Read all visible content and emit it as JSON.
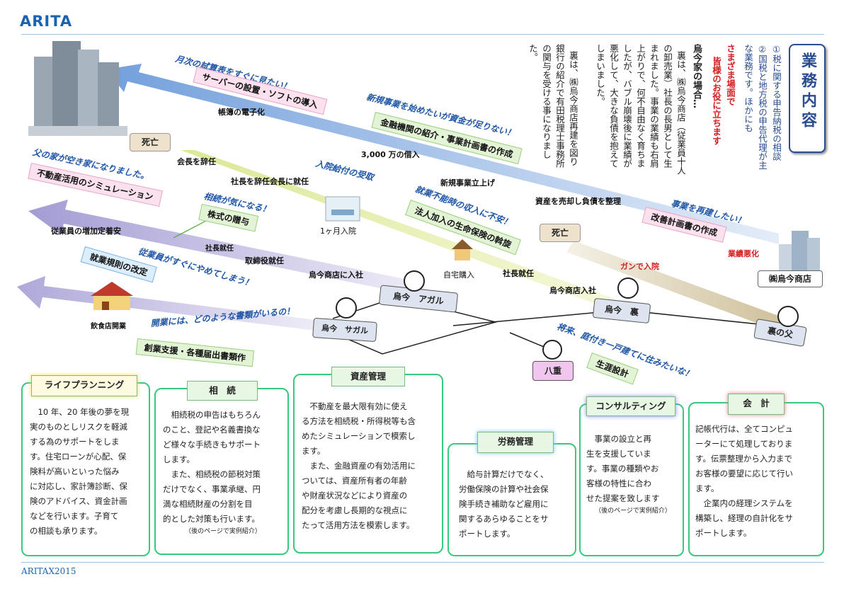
{
  "header": {
    "logo": "ARITA",
    "footer": "ARITAX2015"
  },
  "title_box": {
    "title": "業務内容"
  },
  "vertical_text": {
    "col1": "①税に関する申告納税の相談",
    "col2": "②国税と地方税の申告代理が主",
    "col3": "な業務です。ほかにも",
    "col4": "さまざま場面で",
    "col5": "皆様のお役に立ちます",
    "col6": "烏今家の場合…",
    "col7": "裏は、㈱烏今商店（従業員十人",
    "col8": "の卸売業）社長の長男として生",
    "col9": "まれました。事業の業績も右肩",
    "col10": "上がりで、何不自由なく育ちま",
    "col11": "したが、バブル崩壊後に業績が",
    "col12": "悪化して、大きな負債を抱えて",
    "col13": "しまいました。",
    "col14": "裏は、㈱烏今商店再建を図り",
    "col15": "銀行の紹介で有田税理士事務所",
    "col16": "の関与を受ける事になりまし",
    "col17": "た。"
  },
  "arrows": {
    "a1_question": "月次の試算表をすぐに見たい！",
    "a1_answer": "サーバーの設置・ソフトの導入",
    "a1_label": "帳簿の電子化",
    "a2_question": "新規事業を始めたいが資金が足りない！",
    "a2_answer": "金融機関の紹介・事業計画書の作成",
    "a2_label": "3,000 万の借入",
    "a3_question": "父の家が空き家になりました。",
    "a3_answer": "不動産活用のシミュレーション",
    "a3_label": "従業員の増加定着安",
    "a4_question": "相続が気になる！",
    "a4_answer": "株式の贈与",
    "a5_question": "就業不能時の収入に不安！",
    "a5_answer": "法人加入の生命保険の斡旋",
    "a6_question": "従業員がすぐにやめてしまう！",
    "a6_answer": "就業規則の改定",
    "a7_question": "開業には、どのような書類がいるの！",
    "a7_answer": "創業支援・各種届出書類作",
    "a8_question": "事業を再建したい！",
    "a8_answer": "改善計画書の作成",
    "a9_question": "将来、庭付き一戸建てに住みたいな！",
    "a9_answer": "生涯設計",
    "nyuin": "入院給付の受取"
  },
  "timeline": {
    "shibo1": "死亡",
    "shibo2": "死亡",
    "kaicho": "会長を辞任",
    "shacho_kaicho": "社長を辞任会長に就任",
    "shinki": "新規事業立上げ",
    "baikyaku": "資産を売却し負債を整理",
    "nyuin_month": "1ヶ月入院",
    "shacho_shunin1": "社長就任",
    "torishimari": "取締役就任",
    "nyusha1": "烏今商店に入社",
    "jitaku": "自宅購入",
    "shacho_shunin2": "社長就任",
    "nyusha2": "烏今商店入社",
    "gan": "ガンで入院",
    "gyoseki": "業績悪化",
    "company": "㈱烏今商店",
    "restaurant": "飲食店開業"
  },
  "people": {
    "agaru": "烏今　アガル",
    "saguru": "烏今　サガル",
    "ura": "烏今　裏",
    "ura_father": "裏の父",
    "yae": "八重"
  },
  "services": [
    {
      "title": "ライフプランニング",
      "lines": [
        "10 年、20 年後の夢を現",
        "実のものとしリスクを軽減",
        "する為のサポートをしま",
        "す。住宅ローンが心配、保",
        "険料が高いといった悩み",
        "に対応し、家計簿診断、保",
        "険のアドバイス、資金計画",
        "などを行います。子育て",
        "の相談も承ります。"
      ],
      "note": ""
    },
    {
      "title": "相　続",
      "lines": [
        "相続税の申告はもちろん",
        "のこと、登記や名義書換な",
        "ど様々な手続きもサポート",
        "します。",
        "また、相続税の節税対策",
        "だけでなく、事業承継、円",
        "満な相続財産の分割を目",
        "的とした対策も行います。"
      ],
      "note": "（後のページで実例紹介）"
    },
    {
      "title": "資産管理",
      "lines": [
        "不動産を最大限有効に使え",
        "る方法を相続税・所得税等も含",
        "めたシミュレーションで模索し",
        "ます。",
        "また、金融資産の有効活用に",
        "ついては、資産所有者の年齢",
        "や財産状況などにより資産の",
        "配分を考慮し長期的な視点に",
        "たって活用方法を模索します。"
      ],
      "note": ""
    },
    {
      "title": "労務管理",
      "lines": [
        "給与計算だけでなく、",
        "労働保険の計算や社会保",
        "険手続き補助など雇用に",
        "関するあらゆることをサ",
        "ポートします。"
      ],
      "note": ""
    },
    {
      "title": "コンサルティング",
      "lines": [
        "事業の設立と再",
        "生を支援していま",
        "す。事業の種類やお",
        "客様の特性に合わ",
        "せた提案を致します"
      ],
      "note": "（後のページで実例紹介）"
    },
    {
      "title": "会　計",
      "lines": [
        "記帳代行は、全てコンピュ",
        "ーターにて処理しておりま",
        "す。伝票整理から入力まで",
        "お客様の要望に応じて行い",
        "ます。",
        "企業内の経理システムを",
        "構築し、経理の自計化をサ",
        "ポートします。"
      ],
      "note": ""
    }
  ]
}
